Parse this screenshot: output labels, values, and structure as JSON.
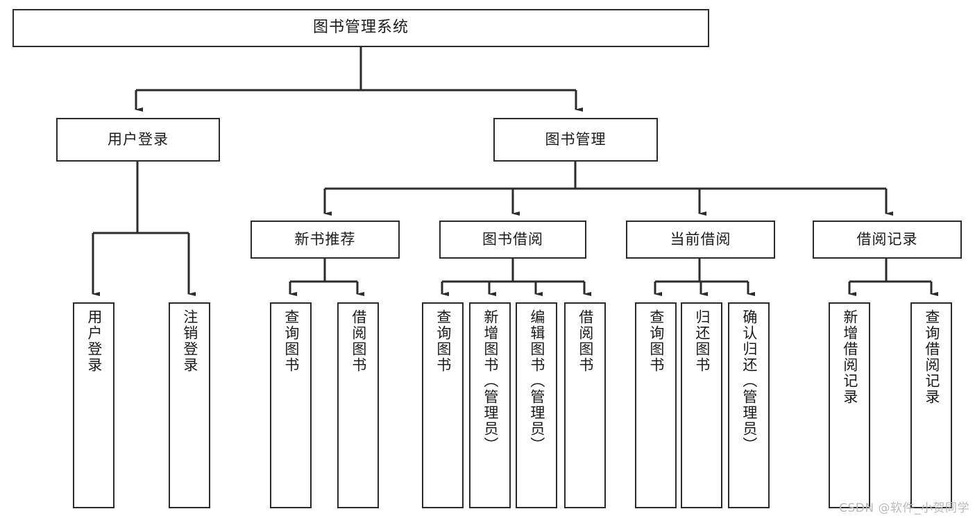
{
  "diagram": {
    "title": "图书管理系统",
    "root": {
      "label": "图书管理系统"
    },
    "level2": [
      {
        "label": "用户登录"
      },
      {
        "label": "图书管理"
      }
    ],
    "level3": [
      {
        "label": "新书推荐"
      },
      {
        "label": "图书借阅"
      },
      {
        "label": "当前借阅"
      },
      {
        "label": "借阅记录"
      }
    ],
    "leaves": {
      "user_login": [
        {
          "label": "用户登录"
        },
        {
          "label": "注销登录"
        }
      ],
      "new_book": [
        {
          "label": "查询图书"
        },
        {
          "label": "借阅图书"
        }
      ],
      "borrow_book": [
        {
          "label": "查询图书"
        },
        {
          "label": "新增图书（管理员）"
        },
        {
          "label": "编辑图书（管理员）"
        },
        {
          "label": "借阅图书"
        }
      ],
      "current_borrow": [
        {
          "label": "查询图书"
        },
        {
          "label": "归还图书"
        },
        {
          "label": "确认归还（管理员）"
        }
      ],
      "borrow_record": [
        {
          "label": "新增借阅记录"
        },
        {
          "label": "查询借阅记录"
        }
      ]
    }
  },
  "watermark": {
    "text": "CSDN @软件_小贺同学"
  },
  "colors": {
    "stroke": "#2b2b2b",
    "fill": "#ffffff",
    "text": "#1a1a1a",
    "watermark": "#b9b9b9"
  }
}
